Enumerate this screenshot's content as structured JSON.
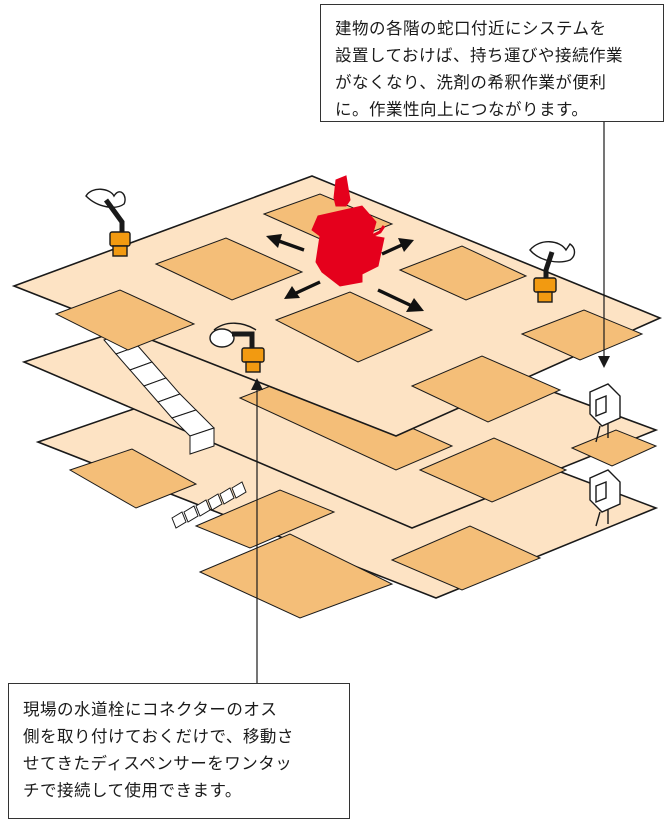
{
  "colors": {
    "floor_fill": "#fde3c4",
    "room_fill": "#f4be78",
    "outline": "#1a1a1a",
    "faucet_connector": "#f29a11",
    "dispenser_red": "#e5001c",
    "arrow": "#111111"
  },
  "icons": [
    "faucet-with-connector-icon",
    "wall-mounted-dispenser-icon",
    "dispenser-machine-icon",
    "movement-arrow-icon"
  ],
  "callouts": {
    "top": {
      "lines": [
        "建物の各階の蛇口付近にシステムを",
        "設置しておけば、持ち運びや接続作業",
        "がなくなり、洗剤の希釈作業が便利",
        "に。作業性向上につながります。"
      ]
    },
    "bottom": {
      "lines": [
        "現場の水道栓にコネクターのオス",
        "側を取り付けておくだけで、移動さ",
        "せてきたディスペンサーをワンタッ",
        "チで接続して使用できます。"
      ]
    }
  }
}
